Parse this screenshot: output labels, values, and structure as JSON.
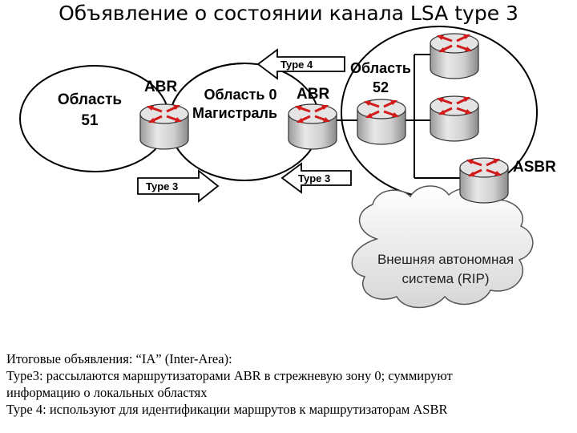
{
  "title": "Объявление о состоянии канала LSA type 3",
  "diagram": {
    "area51": [
      "Область",
      "51"
    ],
    "area0": [
      "Область 0",
      "Магистраль"
    ],
    "area52": [
      "Область",
      "52"
    ],
    "abr_left": "ABR",
    "abr_right": "ABR",
    "asbr": "ASBR",
    "arrow_type4": "Type 4",
    "arrow_type3_left": "Type 3",
    "arrow_type3_right": "Type 3",
    "cloud": [
      "Внешняя автономная",
      "система (RIP)"
    ]
  },
  "caption": {
    "line1": "Итоговые объявления: “IA” (Inter-Area):",
    "line2": "Type3: рассылаются маршрутизаторами ABR в стрежневую зону 0; суммируют",
    "line3": "информацию о локальных областях",
    "line4": "Type 4: используют для идентификации маршрутов к маршрутизаторам ASBR"
  }
}
